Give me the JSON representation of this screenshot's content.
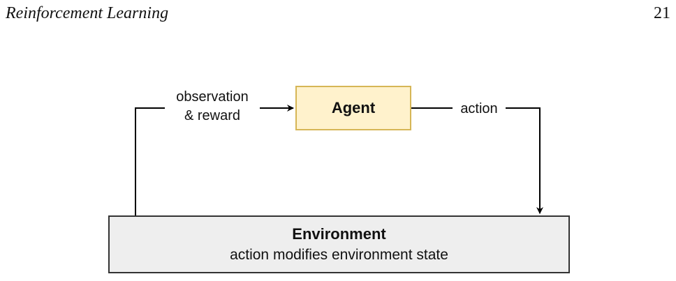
{
  "header": {
    "running_title": "Reinforcement Learning",
    "page_number": "21"
  },
  "diagram": {
    "agent": {
      "label": "Agent",
      "fill": "#fff2cc",
      "stroke": "#d6b656"
    },
    "environment": {
      "title": "Environment",
      "subtitle": "action modifies environment state",
      "fill": "#eeeeee",
      "stroke": "#333333"
    },
    "edges": {
      "observation_line1": "observation",
      "observation_line2": "& reward",
      "action": "action"
    }
  }
}
